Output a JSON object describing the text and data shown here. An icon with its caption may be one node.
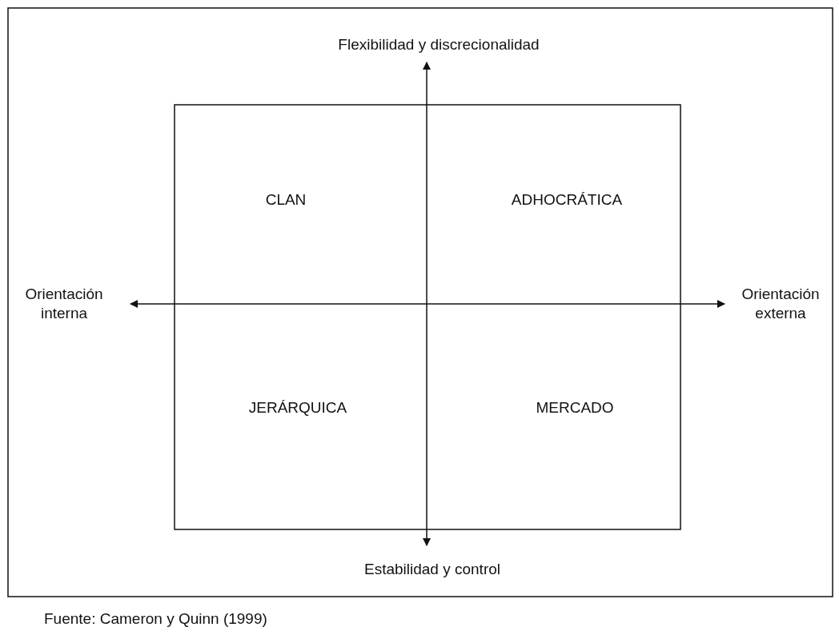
{
  "diagram": {
    "caption": "Fuente: Cameron y Quinn (1999)",
    "labels": [
      "Flexibilidad y discrecionalidad",
      "CLAN",
      "ADHOCRÁTICA",
      "Orientación interna",
      "Orientación externa",
      "JERÁRQUICA",
      "MERCADO",
      "Estabilidad y control"
    ]
  }
}
